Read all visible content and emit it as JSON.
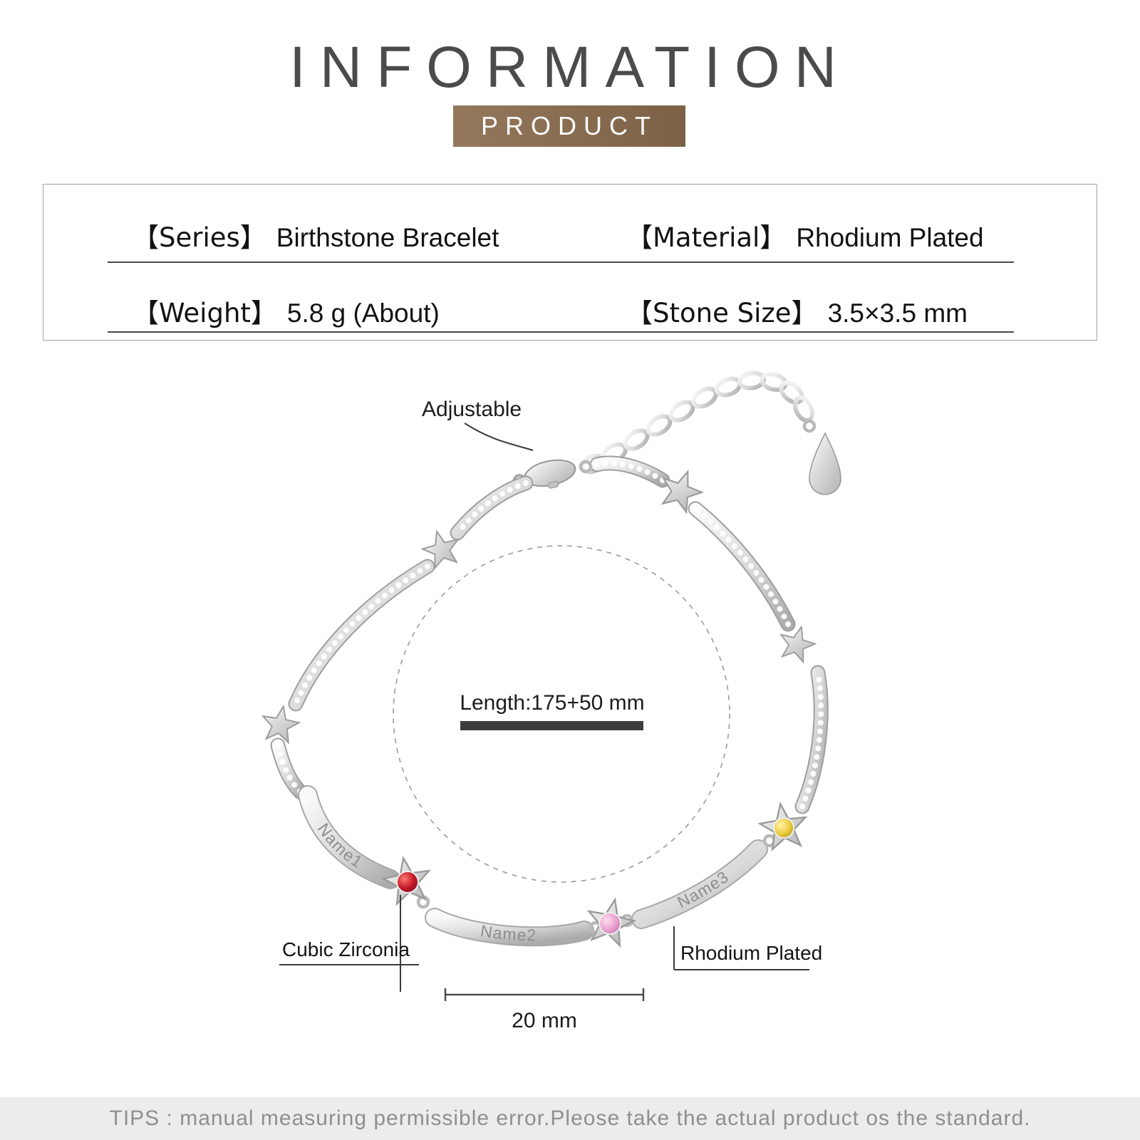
{
  "header": {
    "title": "INFORMATION",
    "badge": "PRODUCT"
  },
  "specs": {
    "series": {
      "label": "【Series】",
      "value": "Birthstone Bracelet"
    },
    "material": {
      "label": "【Material】",
      "value": "Rhodium Plated"
    },
    "weight": {
      "label": "【Weight】",
      "value": "5.8 g (About)"
    },
    "stone_size": {
      "label": "【Stone Size】",
      "value": "3.5×3.5 mm"
    }
  },
  "diagram": {
    "adjustable_label": "Adjustable",
    "length_label": "Length:175+50 mm",
    "names": [
      "Name1",
      "Name2",
      "Name3"
    ],
    "cubic_zirconia_label": "Cubic Zirconia",
    "rhodium_plated_label": "Rhodium Plated",
    "width_label": "20 mm",
    "colors": {
      "badge_bg": "#8a6f52",
      "stone_red": "#c31f2a",
      "stone_pink": "#e39cc6",
      "stone_yellow": "#e9c93a"
    }
  },
  "footer": {
    "tips": "TIPS : manual measuring permissible error.Pleose take the actual product os the standard."
  }
}
